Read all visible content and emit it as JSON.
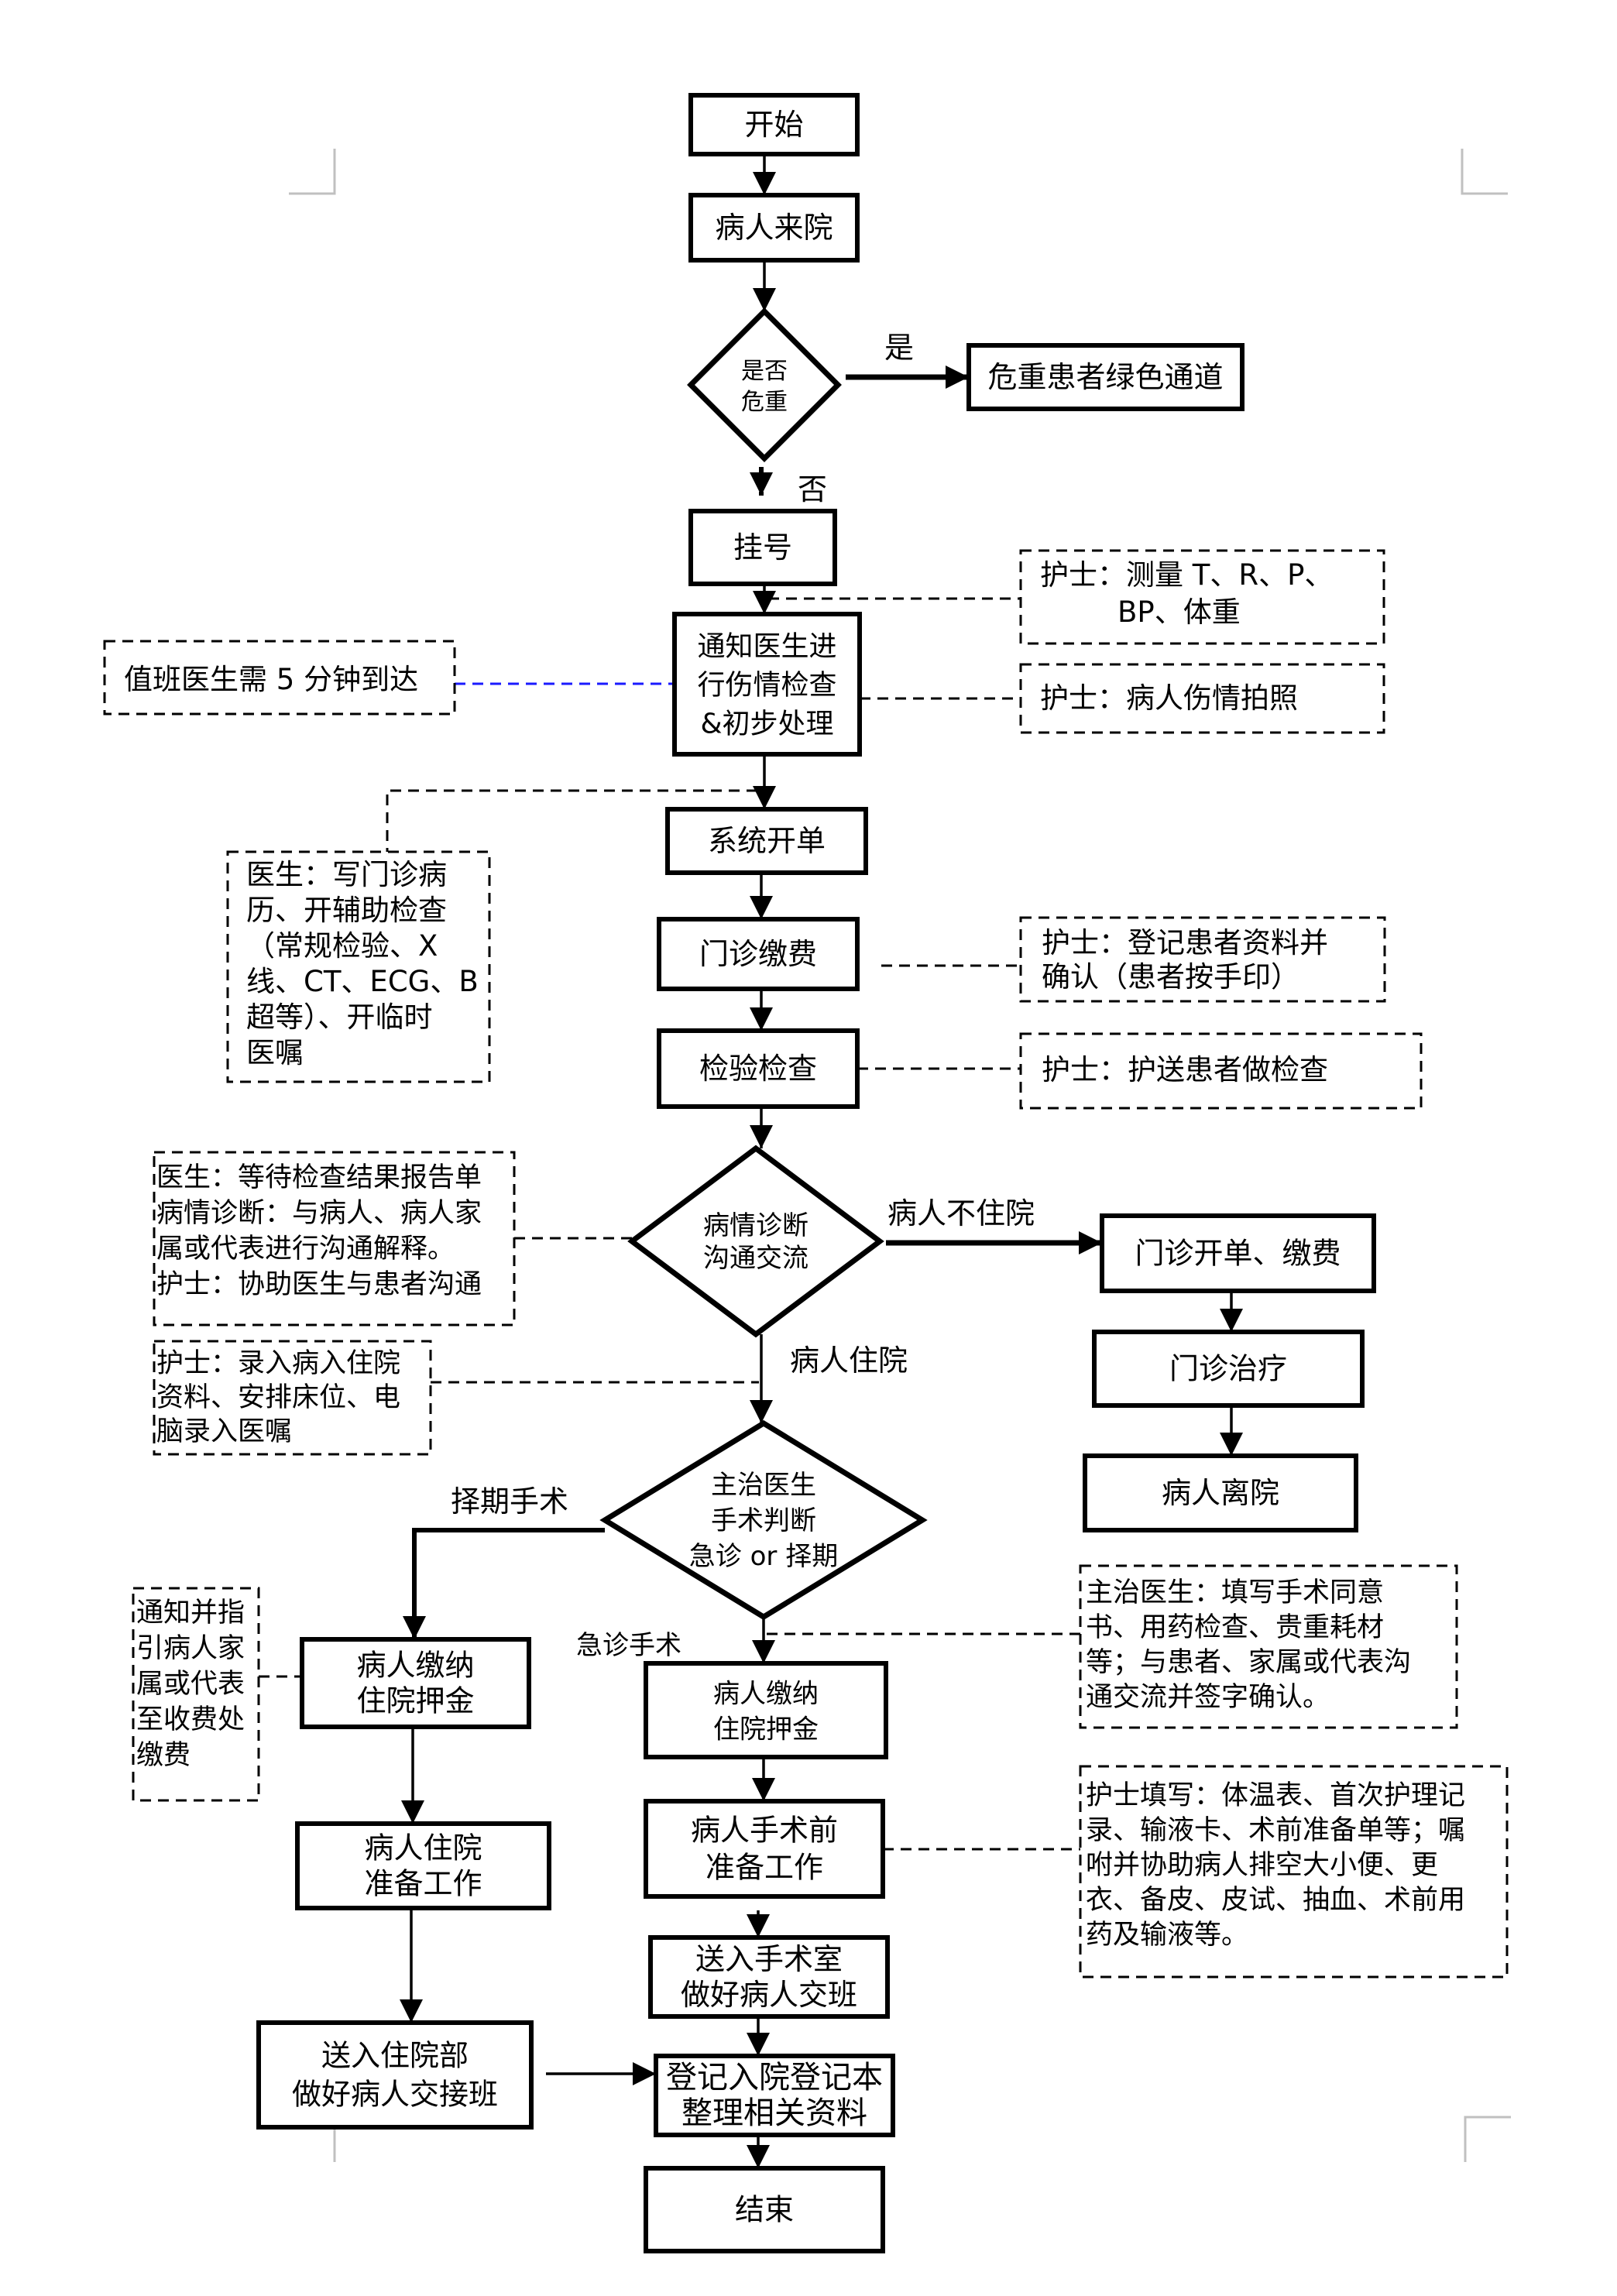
{
  "colors": {
    "stroke": "#000000",
    "link_blue": "#1a1aff",
    "corner_mark": "#c0c0c0",
    "background": "#ffffff"
  },
  "nodes": {
    "start": [
      "开始"
    ],
    "arrive": [
      "病人来院"
    ],
    "critical_q": [
      "是否",
      "危重"
    ],
    "green_channel": [
      "危重患者绿色通道"
    ],
    "register": [
      "挂号"
    ],
    "notify_doctor": [
      "通知医生进",
      "行伤情检查",
      "&初步处理"
    ],
    "system_order": [
      "系统开单"
    ],
    "outpatient_pay": [
      "门诊缴费"
    ],
    "exam": [
      "检验检查"
    ],
    "diagnosis_q": [
      "病情诊断",
      "沟通交流"
    ],
    "op_order_pay": [
      "门诊开单、缴费"
    ],
    "op_treatment": [
      "门诊治疗"
    ],
    "leave": [
      "病人离院"
    ],
    "surgery_q": [
      "主治医生",
      "手术判断",
      "急诊 or 择期"
    ],
    "deposit_elective": [
      "病人缴纳",
      "住院押金"
    ],
    "inpatient_prep": [
      "病人住院",
      "准备工作"
    ],
    "send_ward": [
      "送入住院部",
      "做好病人交接班"
    ],
    "deposit_emergency": [
      "病人缴纳",
      "住院押金"
    ],
    "preop_prep": [
      "病人手术前",
      "准备工作"
    ],
    "send_or": [
      "送入手术室",
      "做好病人交班"
    ],
    "register_book": [
      "登记入院登记本",
      "整理相关资料"
    ],
    "end": [
      "结束"
    ]
  },
  "notes": {
    "nurse_vitals": [
      "护士：测量 T、R、P、",
      "BP、体重"
    ],
    "doctor_5min": [
      "值班医生需 5 分钟到达"
    ],
    "nurse_photo": [
      "护士：病人伤情拍照"
    ],
    "doctor_record": [
      "医生：写门诊病",
      "历、开辅助检查",
      "（常规检验、X",
      "线、CT、ECG、B",
      "超等）、开临时",
      "医嘱"
    ],
    "nurse_register": [
      "护士：登记患者资料并",
      "确认（患者按手印）"
    ],
    "nurse_escort": [
      "护士：护送患者做检查"
    ],
    "doctor_diagnosis": [
      "医生：等待检查结果报告单",
      "病情诊断：与病人、病人家",
      "属或代表进行沟通解释。",
      "护士：协助医生与患者沟通"
    ],
    "nurse_admit": [
      "护士：录入病入住院",
      "资料、安排床位、电",
      "脑录入医嘱"
    ],
    "notify_family": [
      "通知并指",
      "引病人家",
      "属或代表",
      "至收费处",
      "缴费"
    ],
    "attending_consent": [
      "主治医生：填写手术同意",
      "书、用药检查、贵重耗材",
      "等；与患者、家属或代表沟",
      "通交流并签字确认。"
    ],
    "nurse_preop": [
      "护士填写：体温表、首次护理记",
      "录、输液卡、术前准备单等；嘱",
      "咐并协助病人排空大小便、更",
      "衣、备皮、皮试、抽血、术前用",
      "药及输液等。"
    ]
  },
  "edge_labels": {
    "yes": "是",
    "no": "否",
    "not_admitted": "病人不住院",
    "admitted": "病人住院",
    "elective": "择期手术",
    "emergency": "急诊手术"
  }
}
